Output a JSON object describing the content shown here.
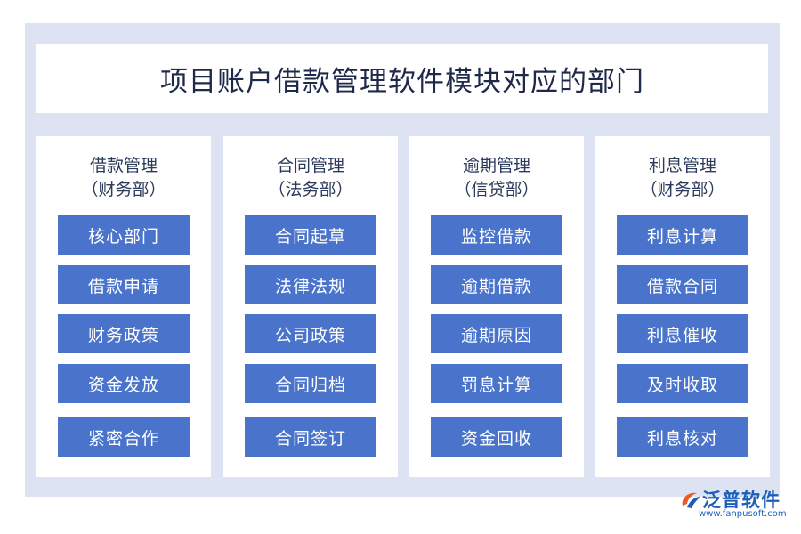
{
  "title": "项目账户借款管理软件模块对应的部门",
  "columns": [
    {
      "name": "借款管理",
      "dept": "（财务部）",
      "items": [
        "核心部门",
        "借款申请",
        "财务政策",
        "资金发放",
        "紧密合作"
      ]
    },
    {
      "name": "合同管理",
      "dept": "（法务部）",
      "items": [
        "合同起草",
        "法律法规",
        "公司政策",
        "合同归档",
        "合同签订"
      ]
    },
    {
      "name": "逾期管理",
      "dept": "（信贷部）",
      "items": [
        "监控借款",
        "逾期借款",
        "逾期原因",
        "罚息计算",
        "资金回收"
      ]
    },
    {
      "name": "利息管理",
      "dept": "（财务部）",
      "items": [
        "利息计算",
        "借款合同",
        "利息催收",
        "及时收取",
        "利息核对"
      ]
    }
  ],
  "logo": {
    "brand": "泛普软件",
    "url": "www.fanpusoft.com",
    "icon": "fanpu-logo-icon"
  },
  "colors": {
    "frame": "#dde3f3",
    "item_fill": "#4a74cc",
    "title_text": "#1f2a4a",
    "brand": "#1c5fb8"
  }
}
